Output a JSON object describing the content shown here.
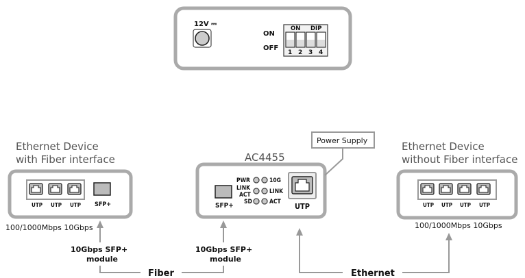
{
  "top_panel": {
    "power_label": "12V ⎓",
    "on_label": "ON",
    "off_label": "OFF",
    "dip_on_label": "ON",
    "dip_label": "DIP",
    "switch_numbers": [
      "1",
      "2",
      "3",
      "4"
    ]
  },
  "left_device": {
    "title_line1": "Ethernet Device",
    "title_line2": "with Fiber interface",
    "ports": [
      "UTP",
      "UTP",
      "UTP"
    ],
    "sfp_label": "SFP+",
    "speed": "100/1000Mbps 10Gbps",
    "module_line1": "10Gbps SFP+",
    "module_line2": "module"
  },
  "center_device": {
    "title": "AC4455",
    "power_supply": "Power Supply",
    "sfp_label": "SFP+",
    "utp_label": "UTP",
    "leds_left": [
      "PWR",
      "LINK ACT",
      "SD"
    ],
    "leds_right": [
      "10G",
      "LINK",
      "ACT"
    ],
    "module_line1": "10Gbps SFP+",
    "module_line2": "module"
  },
  "right_device": {
    "title_line1": "Ethernet Device",
    "title_line2": "without Fiber interface",
    "ports": [
      "UTP",
      "UTP",
      "UTP",
      "UTP"
    ],
    "speed": "100/1000Mbps 10Gbps"
  },
  "links": {
    "fiber": "Fiber",
    "ethernet": "Ethernet"
  }
}
